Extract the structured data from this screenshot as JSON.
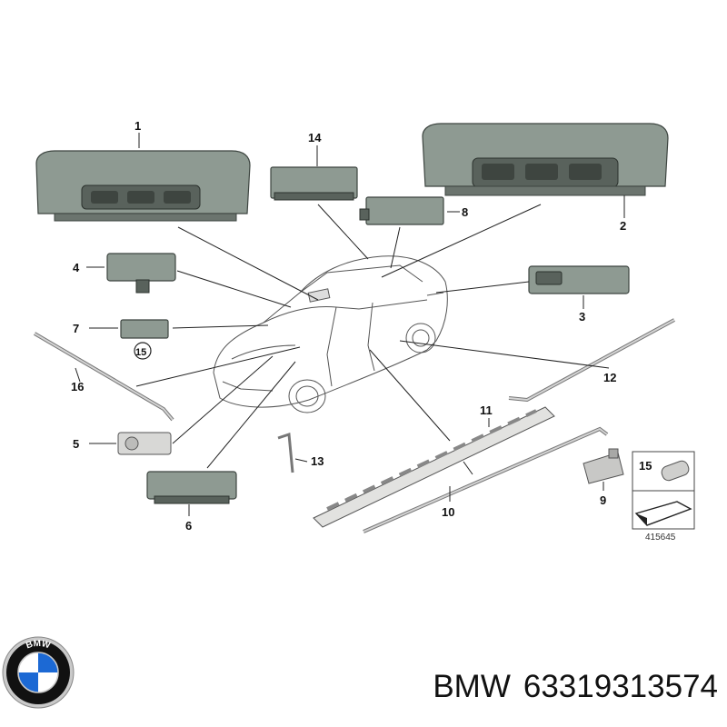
{
  "callouts": {
    "c1": "1",
    "c2": "2",
    "c3": "3",
    "c4": "4",
    "c5": "5",
    "c6": "6",
    "c7": "7",
    "c8": "8",
    "c9": "9",
    "c10": "10",
    "c11": "11",
    "c12": "12",
    "c13": "13",
    "c14": "14",
    "c15": "15",
    "c15_circled": "15",
    "c16": "16"
  },
  "reference_number": "415645",
  "footer": {
    "brand": "BMW",
    "part_number": "63319313574"
  },
  "logo": {
    "letters": "BMW",
    "colors": {
      "blue": "#1c69d4",
      "white": "#ffffff",
      "ring": "#111111",
      "chrome": "#c9c9c9"
    }
  }
}
